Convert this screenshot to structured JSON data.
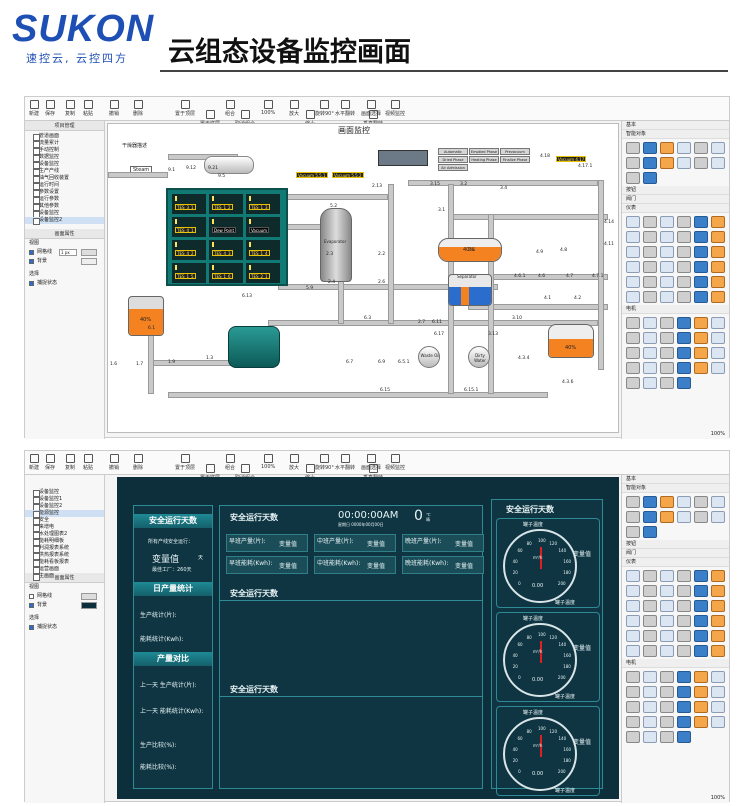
{
  "header": {
    "logo": "SUKON",
    "slogan": "速控云, 云控四方",
    "title": "云组态设备监控画面"
  },
  "editor1": {
    "toolbar": [
      {
        "label": "新建",
        "icon": "new-file-icon"
      },
      {
        "label": "保存",
        "icon": "save-icon"
      },
      {
        "label": "复制",
        "icon": "copy-icon"
      },
      {
        "label": "粘贴",
        "icon": "paste-icon"
      },
      {
        "label": "撤销",
        "icon": "undo-icon"
      },
      {
        "label": "删除",
        "icon": "delete-icon"
      },
      {
        "label": "置于顶层",
        "icon": "bring-front-icon"
      },
      {
        "label": "置于底层",
        "icon": "send-back-icon"
      },
      {
        "label": "组合",
        "icon": "group-icon"
      },
      {
        "label": "取消组合",
        "icon": "ungroup-icon"
      },
      {
        "label": "100%",
        "icon": "zoom-select-icon"
      },
      {
        "label": "放大",
        "icon": "zoom-in-icon"
      },
      {
        "label": "缩小",
        "icon": "zoom-out-icon"
      },
      {
        "label": "旋转90°",
        "icon": "rotate-icon"
      },
      {
        "label": "水平翻转",
        "icon": "flip-h-icon"
      },
      {
        "label": "垂直翻转",
        "icon": "flip-v-icon"
      },
      {
        "label": "画面选择",
        "icon": "screen-select-icon"
      },
      {
        "label": "视频监控",
        "icon": "video-icon"
      }
    ],
    "left": {
      "project_head": "项目管理",
      "tree": [
        "管道画面",
        "流量累计",
        "手动控制",
        "数据监控",
        "设备监控",
        "生产产线",
        "油气回收装置",
        "运行时间",
        "参数设置",
        "运行参数",
        "其他参数",
        "设备监控",
        "设备监控2"
      ],
      "props_head": "画面属性",
      "view_label": "视图",
      "grid_label": "网格线",
      "grid_value": "1 px",
      "bg_label": "背景",
      "select_label": "选择",
      "capture_label": "捕捉状态"
    },
    "canvas": {
      "title": "画面监控",
      "dryer_label": "干燥器描述",
      "steam_label": "Steam",
      "evaporator": "Evaporator",
      "separator": "Separator",
      "waste_oil": "Waste Oil",
      "dirty_water": "Dirty Water",
      "pct_left": "40%",
      "pct_top_right": "40%",
      "pct_bottom_right": "40%",
      "level_sep": "1.7",
      "vacuum_badges": [
        "Vacuum 5.5.1",
        "Vacuum 5.5.2"
      ],
      "vacuum_right": "Vacuum 4.17",
      "tes_badges": [
        "TES_3_1",
        "TES_1_2",
        "TES_1_3",
        "TES_4_1",
        "TES_4_2",
        "TES_4_3",
        "TES_1_4",
        "TES_1_5",
        "TES_1_6",
        "TES_2_1",
        "TES_3_1"
      ],
      "dew_point": "Dew Point",
      "vacuum_word": "Vacuum",
      "phase_buttons": [
        "Automatic",
        "Emptied Phase",
        "Prevacuum",
        "Dried Phase",
        "Heating Phase",
        "Finalize Phase",
        "Air Admission"
      ],
      "numbers": [
        "9.12",
        "9.21",
        "9.5",
        "5.2",
        "2.3",
        "2.4",
        "2.13",
        "2.2",
        "2.6",
        "3.15",
        "3.2",
        "3.4",
        "3.1",
        "3.6",
        "4.18",
        "4.17.1",
        "4.14",
        "4.11",
        "4.8",
        "4.9",
        "4.6.1",
        "4.6",
        "4.7",
        "4.7.1",
        "4.1",
        "4.2",
        "6.1",
        "6.13",
        "6.3",
        "6.7",
        "6.9",
        "6.5.1",
        "6.15",
        "6.15.1",
        "6.17",
        "6.11",
        "3.13",
        "3.10",
        "4.3.4",
        "4.3.6",
        "1.6",
        "1.7",
        "1.9",
        "1.3",
        "2.7",
        "5.9",
        "9.1"
      ]
    },
    "right": {
      "sections": [
        "基本",
        "智能对象",
        "按钮",
        "阀门",
        "仪表",
        "电机"
      ]
    },
    "zoom_footer": "100%"
  },
  "editor2": {
    "left": {
      "tree": [
        "设备监控",
        "设备监控1",
        "设备监控2",
        "能源监控",
        "安全",
        "来增电",
        "水处理图表2",
        "能耗明细板",
        "利润报表系统",
        "供热报表系统",
        "能耗看板报表",
        "运营画面",
        "主画面"
      ],
      "props_head": "画面属性",
      "view_label": "视图",
      "grid_label": "网格线",
      "bg_label": "背景",
      "select_label": "选择",
      "capture_label": "捕捉状态"
    },
    "dash": {
      "safe_days_title": "安全运行天数",
      "safe_days_title2": "安全运行天数",
      "safe_days_title3": "安全运行天数",
      "safe_days_title4": "安全运行天数",
      "safe_days_right": "安全运行天数",
      "factory_line": "所有产线安全运行：",
      "var_value": "变量值",
      "day_unit": "天",
      "best_factory": "最佳工厂：260天",
      "daily_stats": "日产量统计",
      "prod_stat": "生产统计(片):",
      "energy_stat": "能耗统计(Kwh):",
      "prod_compare": "产量对比",
      "yesterday_prod": "上一天 生产统计(片):",
      "yesterday_energy": "上一天 能耗统计(Kwh):",
      "prod_ratio": "生产比较(%):",
      "energy_ratio": "能耗比较(%):",
      "time": "00:00:00AM",
      "date": "星期日 0000年00月00日",
      "temp": "0",
      "temp_unit": "℃ 晴",
      "shift_cards": [
        {
          "label": "早班产量(片):",
          "value": "变量值"
        },
        {
          "label": "中班产量(片):",
          "value": "变量值"
        },
        {
          "label": "晚班产量(片):",
          "value": "变量值"
        },
        {
          "label": "早班能耗(Kwh):",
          "value": "变量值"
        },
        {
          "label": "中班能耗(Kwh):",
          "value": "变量值"
        },
        {
          "label": "晚班能耗(Kwh):",
          "value": "变量值"
        }
      ],
      "gauge_label_top": "罐子温度",
      "gauge_label_bottom": "罐子温度",
      "gauge_ticks": [
        "0",
        "20",
        "40",
        "60",
        "80",
        "100",
        "120",
        "140",
        "160",
        "180",
        "200"
      ],
      "gauge_unit": "m³/h",
      "gauge_value": "0.00"
    },
    "zoom_footer": "100%"
  },
  "colors": {
    "accent": "#1e4fb4",
    "dash_bg": "#0d2f3c",
    "tank_orange": "#f58220",
    "panel_teal": "#1e8a94"
  }
}
